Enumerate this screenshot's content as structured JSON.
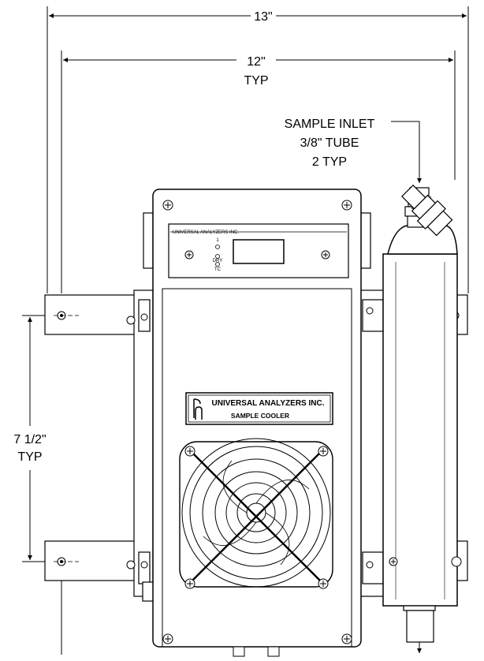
{
  "dimensions": {
    "overall_width": "13\"",
    "bracket_width": "12\"",
    "bracket_width_note": "TYP",
    "hole_spacing": "7 1/2\"",
    "hole_spacing_note": "TYP"
  },
  "callouts": {
    "inlet_line1": "SAMPLE INLET",
    "inlet_line2": "3/8\" TUBE",
    "inlet_line3": "2 TYP"
  },
  "unit": {
    "panel_label": "UNIVERSAL ANALYZERS INC.",
    "indicator_1": "1",
    "indicator_2": "DRY",
    "indicator_3": "TC",
    "nameplate_line1": "UNIVERSAL ANALYZERS INC.",
    "nameplate_line2": "SAMPLE COOLER"
  }
}
